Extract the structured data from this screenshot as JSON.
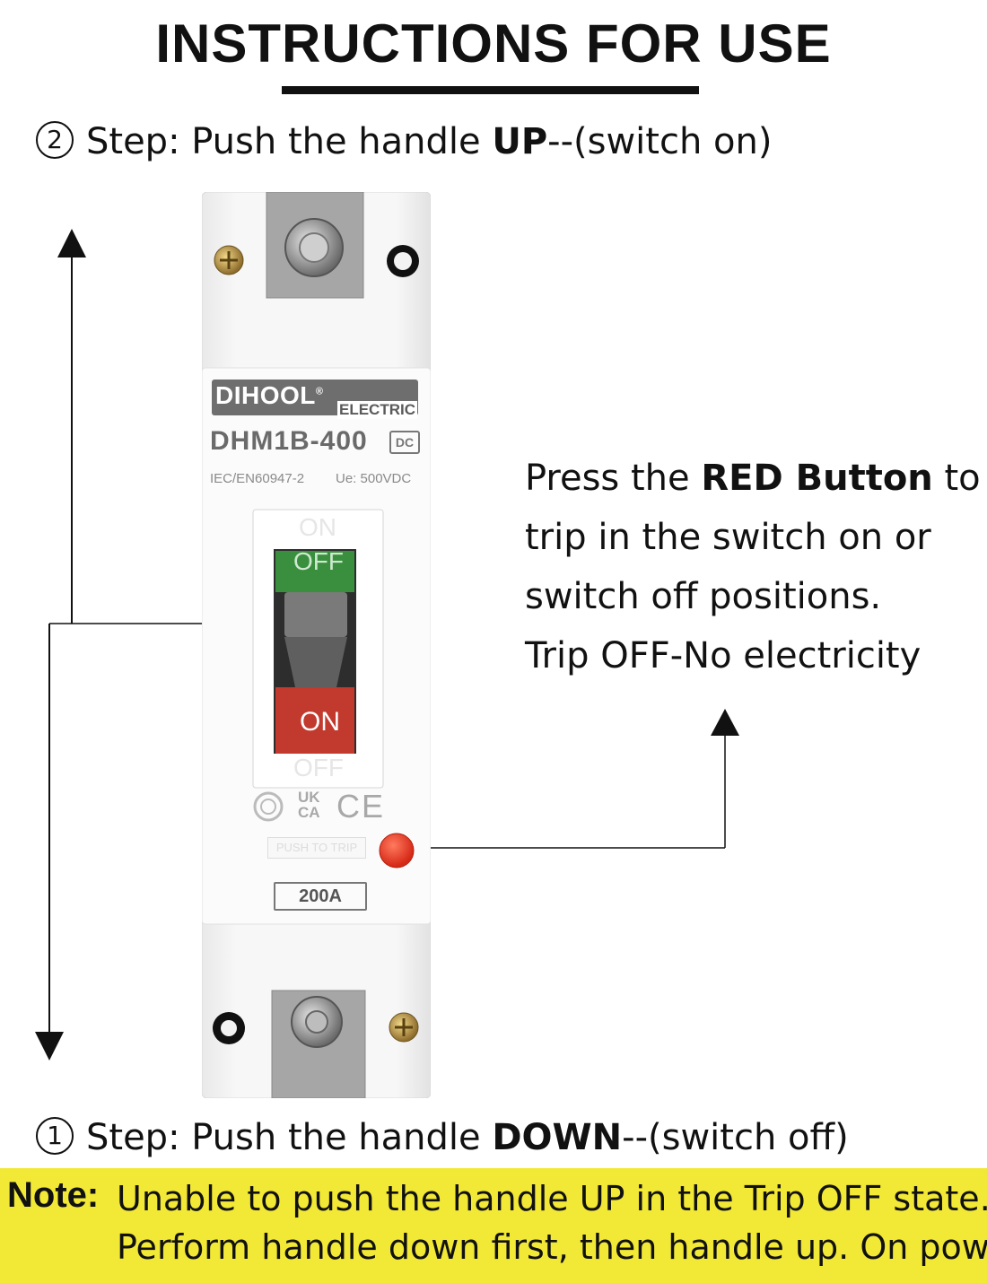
{
  "header": {
    "title": "INSTRUCTIONS FOR USE"
  },
  "step_up": {
    "number": "2",
    "prefix": "Step: Push the handle ",
    "emphasis": "UP",
    "suffix": "--(switch on)"
  },
  "step_down": {
    "number": "1",
    "prefix": "Step: Push the handle ",
    "emphasis": "DOWN",
    "suffix": "--(switch off)"
  },
  "trip_info": {
    "line1_prefix": "Press the ",
    "line1_emphasis": "RED Button",
    "line1_suffix": " to",
    "line2": "trip in the switch on or",
    "line3": "switch off positions.",
    "line4": "Trip OFF-No electricity"
  },
  "note": {
    "label": "Note:",
    "line1": "Unable to push the handle UP in the Trip OFF state.",
    "line2": "Perform handle down first, then handle up. On power"
  },
  "breaker": {
    "brand": "DIHOOL",
    "registered": "®",
    "brand_sub": "ELECTRIC",
    "model": "DHM1B-400",
    "model_badge": "DC",
    "standard": "IEC/EN60947-2",
    "voltage": "Ue: 500VDC",
    "label_on_top": "ON",
    "label_off_green": "OFF",
    "label_on_red": "ON",
    "label_off_bottom": "OFF",
    "cert_uk": "UK",
    "cert_ca": "CA",
    "cert_ce": "CE",
    "push_to_trip": "PUSH TO TRIP",
    "rating": "200A"
  },
  "colors": {
    "note_background": "#f2e836",
    "toggle_green": "#3a8f3e",
    "toggle_red": "#c23a2e",
    "handle_gray": "#6f6f6f",
    "trip_button": "#e53322"
  }
}
